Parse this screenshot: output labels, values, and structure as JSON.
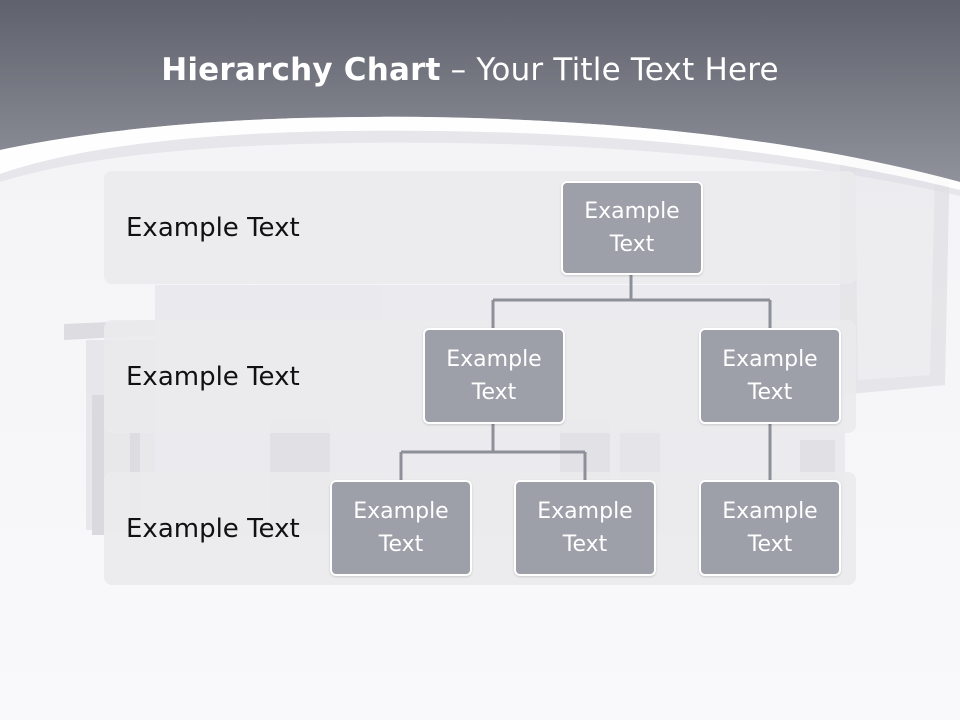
{
  "slide": {
    "title_bold": "Hierarchy Chart",
    "title_rest": " – Your Title Text Here"
  },
  "bands": [
    {
      "label": "Example Text"
    },
    {
      "label": "Example Text"
    },
    {
      "label": "Example Text"
    }
  ],
  "nodes": {
    "root": "Example Text",
    "level2_left": "Example Text",
    "level2_right": "Example Text",
    "level3_left_a": "Example Text",
    "level3_left_b": "Example Text",
    "level3_right": "Example Text"
  },
  "colors": {
    "header": "#7c7e89",
    "node_fill": "#9d9fa9",
    "band_fill": "#eaeaed",
    "connector": "#8e9099"
  }
}
